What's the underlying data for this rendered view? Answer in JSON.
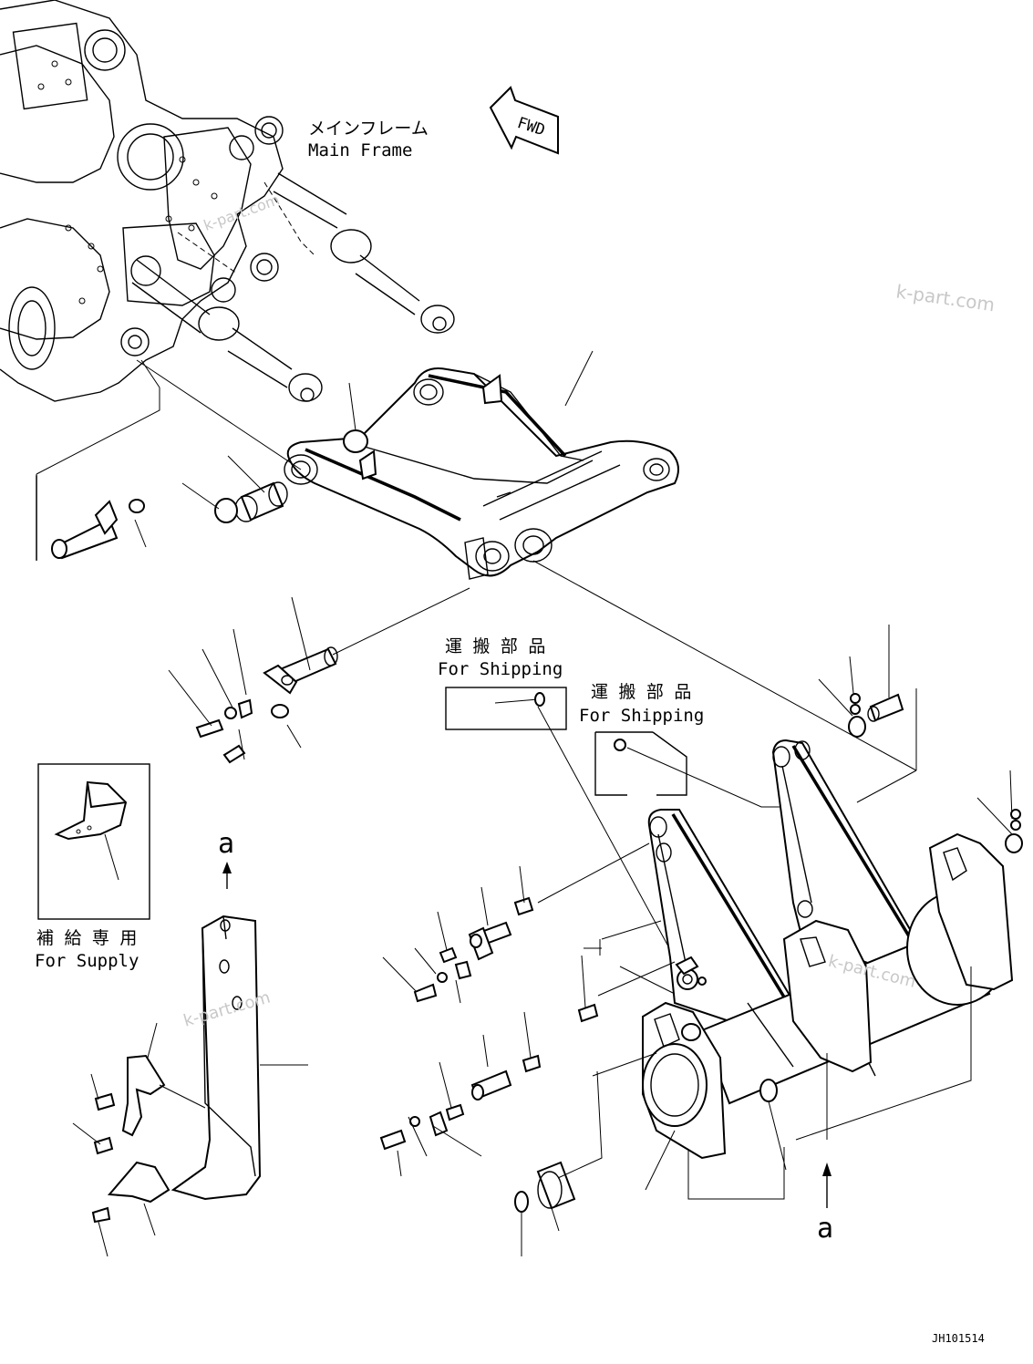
{
  "labels": {
    "main_frame_jp": "メインフレーム",
    "main_frame_en": "Main Frame",
    "fwd": "FWD",
    "shipping_jp_1": "運 搬 部 品",
    "shipping_en_1": "For Shipping",
    "shipping_jp_2": "運 搬 部 品",
    "shipping_en_2": "For Shipping",
    "supply_jp": "補 給 専 用",
    "supply_en": "For Supply",
    "ref_a_top": "a",
    "ref_a_bottom": "a",
    "drawing_code": "JH101514"
  },
  "watermarks": [
    "k-part.com",
    "k-part.com",
    "k-part.com",
    "k-part.com"
  ],
  "icons": [
    "fwd-arrow-icon",
    "reference-arrow-icon"
  ],
  "colors": {
    "line": "#000000",
    "background": "#ffffff",
    "watermark": "#c8c8c8"
  }
}
